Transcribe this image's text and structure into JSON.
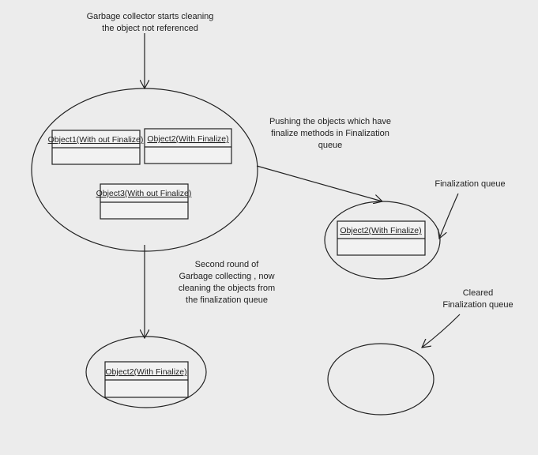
{
  "labels": {
    "start": [
      "Garbage collector starts cleaning",
      "the object not referenced"
    ],
    "push": [
      "Pushing the objects which have",
      "finalize methods in Finalization",
      "queue"
    ],
    "queue": "Finalization queue",
    "second_round": [
      "Second round of",
      "Garbage collecting , now",
      "cleaning the objects from",
      "the finalization queue"
    ],
    "cleared": [
      "Cleared",
      "Finalization queue"
    ]
  },
  "objects": {
    "obj1": "Object1(With out Finalize)",
    "obj2": "Object2(With Finalize)",
    "obj3": "Object3(With out Finalize)",
    "queue_obj": "Object2(With Finalize)",
    "final_obj": "Object2(With Finalize)"
  }
}
